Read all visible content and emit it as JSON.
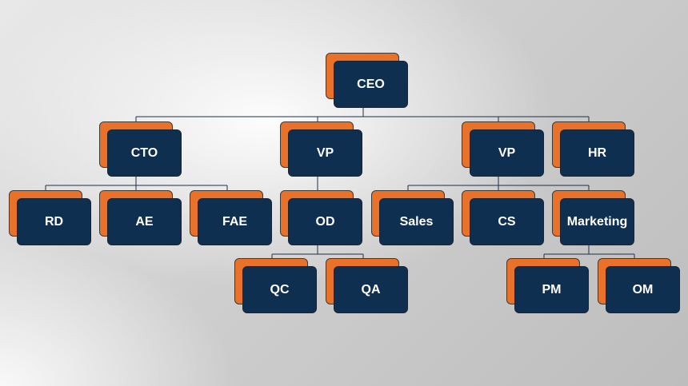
{
  "colors": {
    "accent": "#e8722a",
    "box": "#0f2f50",
    "line": "#1e2f45"
  },
  "org": {
    "ceo": "CEO",
    "cto": "CTO",
    "vp_ops": "VP",
    "vp_sales": "VP",
    "hr": "HR",
    "rd": "RD",
    "ae": "AE",
    "fae": "FAE",
    "od": "OD",
    "sales": "Sales",
    "cs": "CS",
    "marketing": "Marketing",
    "qc": "QC",
    "qa": "QA",
    "pm": "PM",
    "om": "OM"
  }
}
